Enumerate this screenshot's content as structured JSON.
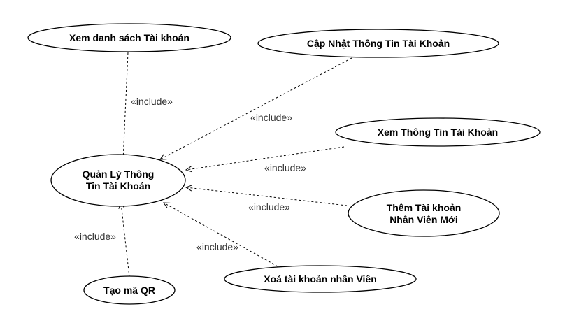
{
  "diagram": {
    "type": "use-case",
    "central": {
      "lines": [
        "Quản Lý Thông",
        "Tin Tài Khoản"
      ]
    },
    "use_cases": {
      "xem_danh_sach": {
        "lines": [
          "Xem danh sách Tài khoản"
        ]
      },
      "cap_nhat": {
        "lines": [
          "Cập Nhật Thông Tin Tài Khoản"
        ]
      },
      "xem_thong_tin": {
        "lines": [
          "Xem Thông Tin Tài Khoản"
        ]
      },
      "them_tai_khoan": {
        "lines": [
          "Thêm Tài khoản",
          "Nhân Viên Mới"
        ]
      },
      "xoa_tai_khoan": {
        "lines": [
          "Xoá tài khoản nhân Viên"
        ]
      },
      "tao_ma_qr": {
        "lines": [
          "Tạo mã QR"
        ]
      }
    },
    "relationships": [
      {
        "from": "xem_danh_sach",
        "to": "central",
        "label": "«include»"
      },
      {
        "from": "cap_nhat",
        "to": "central",
        "label": "«include»"
      },
      {
        "from": "xem_thong_tin",
        "to": "central",
        "label": "«include»"
      },
      {
        "from": "them_tai_khoan",
        "to": "central",
        "label": "«include»"
      },
      {
        "from": "xoa_tai_khoan",
        "to": "central",
        "label": "«include»"
      },
      {
        "from": "tao_ma_qr",
        "to": "central",
        "label": "«include»"
      }
    ],
    "colors": {
      "shape_fill": "#ffffff",
      "stroke": "#000000",
      "relationship_label": "#333333"
    }
  }
}
